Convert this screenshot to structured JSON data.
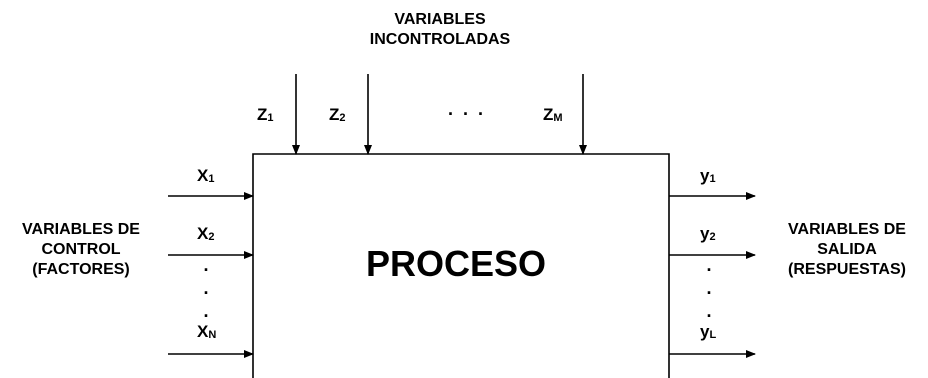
{
  "top_group": {
    "line1": "VARIABLES",
    "line2": "INCONTROLADAS"
  },
  "left_group": {
    "line1": "VARIABLES DE",
    "line2": "CONTROL",
    "line3": "(FACTORES)"
  },
  "right_group": {
    "line1": "VARIABLES DE",
    "line2": "SALIDA",
    "line3": "(RESPUESTAS)"
  },
  "process": {
    "label": "PROCESO"
  },
  "inputs_uncontrolled": [
    {
      "base": "Z",
      "sub": "1"
    },
    {
      "base": "Z",
      "sub": "2"
    },
    {
      "base": "Z",
      "sub": "M"
    }
  ],
  "inputs_control": [
    {
      "base": "X",
      "sub": "1"
    },
    {
      "base": "X",
      "sub": "2"
    },
    {
      "base": "X",
      "sub": "N"
    }
  ],
  "outputs": [
    {
      "base": "y",
      "sub": "1"
    },
    {
      "base": "y",
      "sub": "2"
    },
    {
      "base": "y",
      "sub": "L"
    }
  ],
  "ellipsis": {
    "horizontal": ".  .  .",
    "vertical_dot": "."
  },
  "colors": {
    "stroke": "#000000",
    "background": "#ffffff"
  }
}
